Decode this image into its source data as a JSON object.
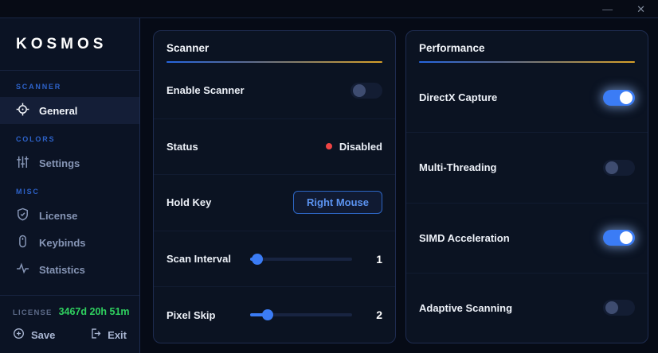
{
  "titlebar": {
    "minimize_glyph": "—",
    "close_glyph": "✕"
  },
  "sidebar": {
    "logo": "KOSMOS",
    "sections": [
      {
        "label": "SCANNER",
        "items": [
          {
            "label": "General",
            "icon": "crosshair-icon",
            "active": true
          }
        ]
      },
      {
        "label": "COLORS",
        "items": [
          {
            "label": "Settings",
            "icon": "sliders-icon",
            "active": false
          }
        ]
      },
      {
        "label": "MISC",
        "items": [
          {
            "label": "License",
            "icon": "shield-check-icon",
            "active": false
          },
          {
            "label": "Keybinds",
            "icon": "mouse-icon",
            "active": false
          },
          {
            "label": "Statistics",
            "icon": "activity-icon",
            "active": false
          }
        ]
      }
    ],
    "license": {
      "label": "LICENSE",
      "value": "3467d 20h 51m"
    },
    "actions": {
      "save_label": "Save",
      "save_icon": "plus-circle-icon",
      "exit_label": "Exit",
      "exit_icon": "logout-icon"
    }
  },
  "scanner_card": {
    "title": "Scanner",
    "rows": [
      {
        "type": "toggle",
        "label": "Enable Scanner",
        "on": false
      },
      {
        "type": "status",
        "label": "Status",
        "value": "Disabled"
      },
      {
        "type": "keybind",
        "label": "Hold Key",
        "value": "Right Mouse"
      },
      {
        "type": "slider",
        "label": "Scan Interval",
        "value": "1",
        "position": 0.07
      },
      {
        "type": "slider",
        "label": "Pixel Skip",
        "value": "2",
        "position": 0.17
      }
    ]
  },
  "performance_card": {
    "title": "Performance",
    "rows": [
      {
        "type": "toggle",
        "label": "DirectX Capture",
        "on": true
      },
      {
        "type": "toggle",
        "label": "Multi-Threading",
        "on": false
      },
      {
        "type": "toggle",
        "label": "SIMD Acceleration",
        "on": true
      },
      {
        "type": "toggle",
        "label": "Adaptive Scanning",
        "on": false
      }
    ]
  },
  "colors": {
    "accent_blue": "#3b7cf5",
    "accent_gold": "#d9a128",
    "status_red": "#ef4444",
    "license_green": "#2fd05f"
  }
}
